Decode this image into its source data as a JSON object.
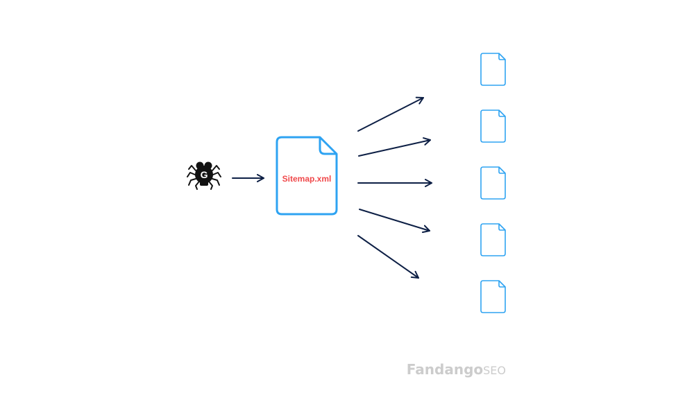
{
  "diagram": {
    "crawler": {
      "icon": "googlebot-spider-icon",
      "letter": "G",
      "color": "#111111"
    },
    "sitemap": {
      "label": "Sitemap.xml",
      "stroke_color": "#2ea3f2",
      "label_color": "#f0484a"
    },
    "arrow_color": "#0d1f45",
    "page_color": "#2ea3f2",
    "pages": [
      {
        "icon": "document-icon"
      },
      {
        "icon": "document-icon"
      },
      {
        "icon": "document-icon"
      },
      {
        "icon": "document-icon"
      },
      {
        "icon": "document-icon"
      }
    ]
  },
  "branding": {
    "name": "Fandango",
    "suffix": "SEO",
    "color": "#cccccc"
  }
}
